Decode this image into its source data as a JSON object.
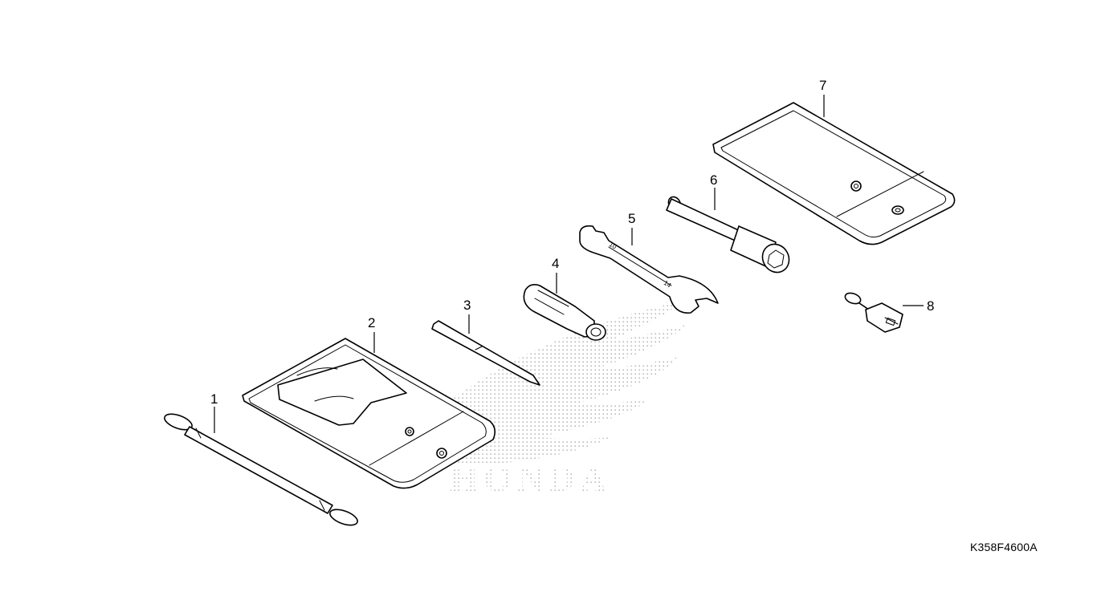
{
  "parts": [
    {
      "number": "1",
      "icon": "rubber-strap"
    },
    {
      "number": "2",
      "icon": "tool-bag"
    },
    {
      "number": "3",
      "icon": "screwdriver-handle-bar"
    },
    {
      "number": "4",
      "icon": "screwdriver-grip"
    },
    {
      "number": "5",
      "icon": "open-end-wrench"
    },
    {
      "number": "6",
      "icon": "spark-plug-wrench"
    },
    {
      "number": "7",
      "icon": "tool-case"
    },
    {
      "number": "8",
      "icon": "connector"
    }
  ],
  "watermark": {
    "text": "HONDA",
    "icon": "honda-wing-logo"
  },
  "drawing_code": "K358F4600A",
  "wrench_sizes": {
    "left": "10",
    "right": "14"
  }
}
